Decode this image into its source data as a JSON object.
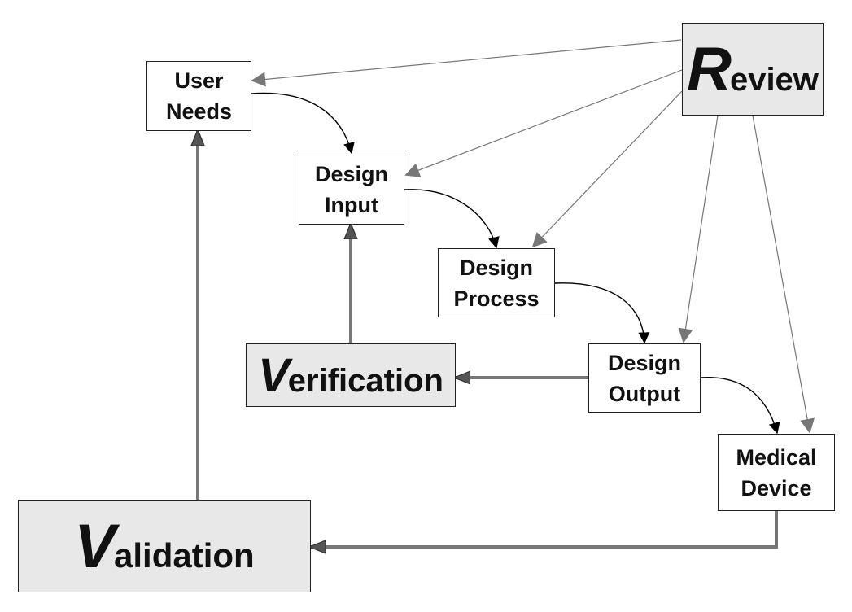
{
  "colors": {
    "thin_arrow": "#777777",
    "flow_arrow": "#000000",
    "thick_arrow": "#777777",
    "big_box_fill": "#e8e8e8",
    "small_box_fill": "#ffffff"
  },
  "review": {
    "initial": "R",
    "rest": "eview"
  },
  "verification": {
    "initial": "V",
    "rest": "erification"
  },
  "validation": {
    "initial": "V",
    "rest": "alidation"
  },
  "user_needs": {
    "line1": "User",
    "line2": "Needs"
  },
  "design_input": {
    "line1": "Design",
    "line2": "Input"
  },
  "design_process": {
    "line1": "Design",
    "line2": "Process"
  },
  "design_output": {
    "line1": "Design",
    "line2": "Output"
  },
  "medical_device": {
    "line1": "Medical",
    "line2": "Device"
  }
}
